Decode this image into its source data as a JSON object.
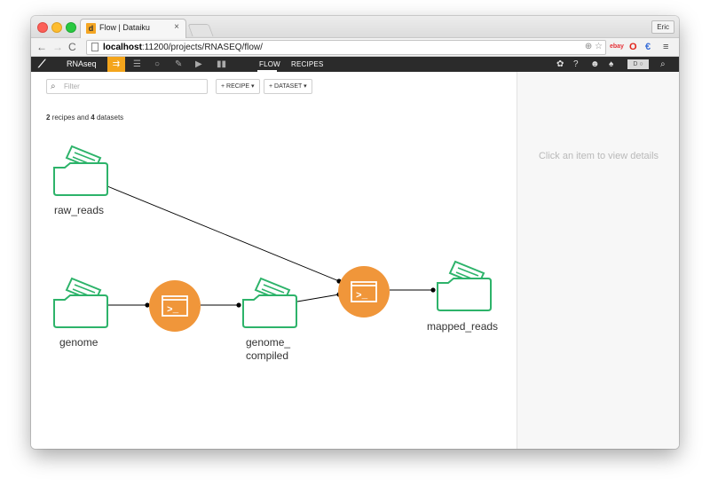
{
  "browser": {
    "tab_title": "Flow | Dataiku",
    "tab_favicon": "d",
    "tab_close": "×",
    "profile": "Eric",
    "url_host": "localhost",
    "url_rest": ":11200/projects/RNASEQ/flow/"
  },
  "dss_nav": {
    "project_name": "RNAseq",
    "links": [
      "FLOW",
      "RECIPES"
    ],
    "user_box": "D ○"
  },
  "toolbar": {
    "filter_placeholder": "Filter",
    "recipe_button": "+ RECIPE ▾",
    "dataset_button": "+ DATASET ▾"
  },
  "summary": {
    "recipes_count": "2",
    "recipes_text": " recipes and ",
    "datasets_count": "4",
    "datasets_text": " datasets"
  },
  "flow": {
    "datasets": [
      "raw_reads",
      "genome",
      "genome_\ncompiled",
      "mapped_reads"
    ],
    "dataset_labels": {
      "raw_reads": "raw_reads",
      "genome": "genome",
      "genome_line1": "genome_",
      "genome_line2": "compiled",
      "mapped_reads": "mapped_reads"
    },
    "recipe_icon": "shell-recipe-icon",
    "recipe_glyph": ">_",
    "dataset_color": "#2db36a",
    "recipe_color": "#f0963a"
  },
  "right_panel": {
    "empty_text": "Click an item to view details"
  }
}
